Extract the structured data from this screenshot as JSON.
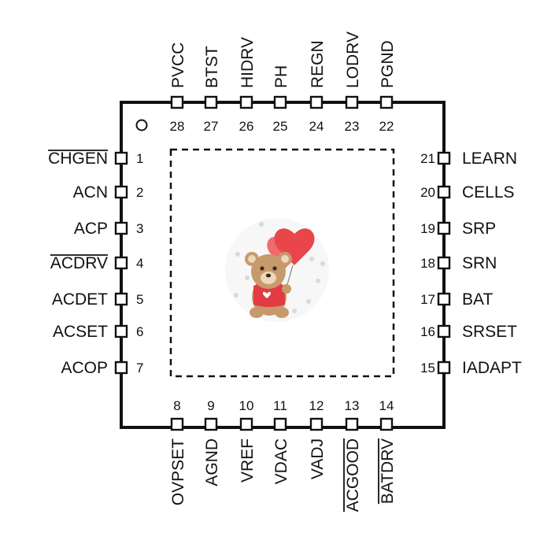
{
  "diagram": {
    "pins_left": [
      {
        "num": "1",
        "name": "CHGEN",
        "overbar": true
      },
      {
        "num": "2",
        "name": "ACN",
        "overbar": false
      },
      {
        "num": "3",
        "name": "ACP",
        "overbar": false
      },
      {
        "num": "4",
        "name": "ACDRV",
        "overbar": true
      },
      {
        "num": "5",
        "name": "ACDET",
        "overbar": false
      },
      {
        "num": "6",
        "name": "ACSET",
        "overbar": false
      },
      {
        "num": "7",
        "name": "ACOP",
        "overbar": false
      }
    ],
    "pins_bottom": [
      {
        "num": "8",
        "name": "OVPSET",
        "overbar": false
      },
      {
        "num": "9",
        "name": "AGND",
        "overbar": false
      },
      {
        "num": "10",
        "name": "VREF",
        "overbar": false
      },
      {
        "num": "11",
        "name": "VDAC",
        "overbar": false
      },
      {
        "num": "12",
        "name": "VADJ",
        "overbar": false
      },
      {
        "num": "13",
        "name": "ACGOOD",
        "overbar": true
      },
      {
        "num": "14",
        "name": "BATDRV",
        "overbar": true
      }
    ],
    "pins_right": [
      {
        "num": "15",
        "name": "IADAPT",
        "overbar": false
      },
      {
        "num": "16",
        "name": "SRSET",
        "overbar": false
      },
      {
        "num": "17",
        "name": "BAT",
        "overbar": false
      },
      {
        "num": "18",
        "name": "SRN",
        "overbar": false
      },
      {
        "num": "19",
        "name": "SRP",
        "overbar": false
      },
      {
        "num": "20",
        "name": "CELLS",
        "overbar": false
      },
      {
        "num": "21",
        "name": "LEARN",
        "overbar": false
      }
    ],
    "pins_top": [
      {
        "num": "22",
        "name": "PGND",
        "overbar": false
      },
      {
        "num": "23",
        "name": "LODRV",
        "overbar": false
      },
      {
        "num": "24",
        "name": "REGN",
        "overbar": false
      },
      {
        "num": "25",
        "name": "PH",
        "overbar": false
      },
      {
        "num": "26",
        "name": "HIDRV",
        "overbar": false
      },
      {
        "num": "27",
        "name": "BTST",
        "overbar": false
      },
      {
        "num": "28",
        "name": "PVCC",
        "overbar": false
      }
    ],
    "colors": {
      "line": "#111111",
      "heart": "#e8464a",
      "bear": "#c79a6b",
      "bear_light": "#efd7b8",
      "shirt": "#e23b43"
    },
    "images": [
      {
        "name": "teddy-bear-with-heart-balloon",
        "description": "teddy bear with heart balloon"
      }
    ]
  }
}
